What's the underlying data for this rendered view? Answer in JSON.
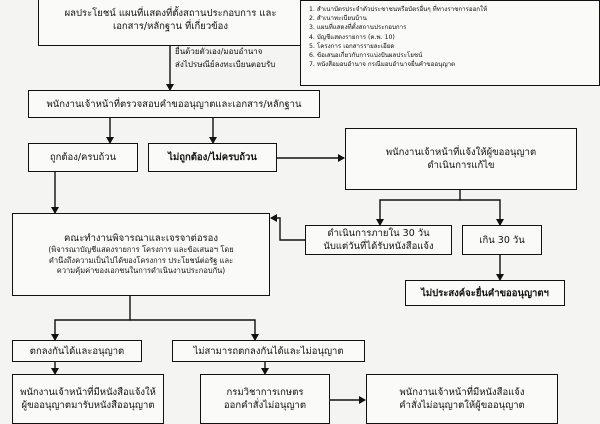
{
  "diagram": {
    "nodes": {
      "top_box": [
        "ผลประโยชน์ แผนที่แสดงที่ตั้งสถานประกอบการ และ",
        "เอกสาร/หลักฐาน ที่เกี่ยวข้อง"
      ],
      "submit_note": [
        "ยื่นด้วยตัวเอง/มอบอำนาจ",
        "ส่งไปรษณีย์ลงทะเบียนตอบรับ"
      ],
      "check": "พนักงานเจ้าหน้าที่ตรวจสอบคำขออนุญาตและเอกสาร/หลักฐาน",
      "correct": "ถูกต้อง/ครบถ้วน",
      "incorrect": "ไม่ถูกต้อง/ไม่ครบถ้วน",
      "notify_fix": [
        "พนักงานเจ้าหน้าที่แจ้งให้ผู้ขออนุญาต",
        "ดำเนินการแก้ไข"
      ],
      "committee": [
        "คณะทำงานพิจารณาและเจรจาต่อรอง",
        "(พิจารณาบัญชีแสดงรายการ โครงการ และข้อเสนอฯ โดย",
        "คำนึงถึงความเป็นไปได้ของโครงการ ประโยชน์ต่อรัฐ และ",
        "ความคุ้มค่าของเอกชนในการดำเนินงานประกอบกัน)"
      ],
      "within30": [
        "ดำเนินการภายใน 30 วัน",
        "นับแต่วันที่ได้รับหนังสือแจ้ง"
      ],
      "over30": "เกิน 30 วัน",
      "no_intent": "ไม่ประสงค์จะยื่นคำขออนุญาตฯ",
      "agree": "ตกลงกันได้และอนุญาต",
      "disagree": "ไม่สามารถตกลงกันได้และไม่อนุญาต",
      "bottom_left": [
        "พนักงานเจ้าหน้าที่มีหนังสือแจ้งให้",
        "ผู้ขออนุญาตมารับหนังสืออนุญาต"
      ],
      "bottom_mid": [
        "กรมวิชาการเกษตร",
        "ออกคำสั่งไม่อนุญาต"
      ],
      "bottom_right": [
        "พนักงานเจ้าหน้าที่มีหนังสือแจ้ง",
        "คำสั่งไม่อนุญาตให้ผู้ขออนุญาต"
      ]
    },
    "documents": [
      "1. สำเนาบัตรประจำตัวประชาชนหรือบัตรอื่นๆ ที่ทางราชการออกให้",
      "2. สำเนาทะเบียนบ้าน",
      "3. แผนที่แสดงที่ตั้งสถานประกอบการ",
      "4. บัญชีแสดงรายการ (ค.พ. 10)",
      "5. โครงการ เอกสารรายละเอียด",
      "6. ข้อเสนอเกี่ยวกับการแบ่งปันผลประโยชน์",
      "7. หนังสือมอบอำนาจ กรณีมอบอำนาจยื่นคำขออนุญาต"
    ]
  }
}
